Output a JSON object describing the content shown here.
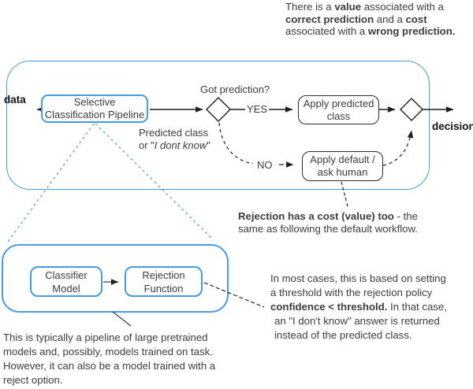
{
  "colors": {
    "accent_blue": "#449ce6",
    "text": "#3d3d3d",
    "strong_text": "#111111",
    "wire": "#1f1f1f"
  },
  "notes": {
    "value_cost": {
      "lines": [
        [
          {
            "t": "There is a "
          },
          {
            "t": "value",
            "b": true
          },
          {
            "t": " associated with a"
          }
        ],
        [
          {
            "t": "correct prediction",
            "b": true
          },
          {
            "t": " and a "
          },
          {
            "t": "cost",
            "b": true
          }
        ],
        [
          {
            "t": "associated with a "
          },
          {
            "t": "wrong prediction.",
            "b": true
          }
        ]
      ]
    },
    "rejection_cost": {
      "lines": [
        [
          {
            "t": "Rejection has a cost (value) too",
            "b": true
          },
          {
            "t": " - the"
          }
        ],
        [
          {
            "t": "same as following the default workflow."
          }
        ]
      ]
    },
    "threshold": {
      "lines": [
        [
          {
            "t": "In most cases, this is based on setting"
          }
        ],
        [
          {
            "t": "a threshold with the rejection policy"
          }
        ],
        [
          {
            "t": "confidence < threshold.",
            "b": true
          },
          {
            "t": " In that case,"
          }
        ],
        [
          {
            "t": "an \"I don't know\" answer is returned"
          }
        ],
        [
          {
            "t": "instead of the predicted class."
          }
        ]
      ]
    },
    "pipeline_note": {
      "lines": [
        [
          {
            "t": "This is typically a pipeline of large pretrained"
          }
        ],
        [
          {
            "t": "models and, possibly, models trained on task."
          }
        ],
        [
          {
            "t": "However, it can also be a model trained with a"
          }
        ],
        [
          {
            "t": "reject option."
          }
        ]
      ]
    }
  },
  "flow": {
    "input_label": "data",
    "output_label": "decision",
    "pipeline_box": {
      "line1": "Selective",
      "line2": "Classification Pipeline"
    },
    "decision_question": "Got prediction?",
    "result_note": [
      [
        {
          "t": "Predicted class"
        }
      ],
      [
        {
          "t": "or \""
        },
        {
          "t": "I dont know",
          "i": true
        },
        {
          "t": "\""
        }
      ]
    ],
    "yes_label": "YES",
    "no_label": "NO",
    "apply_predicted": {
      "line1": "Apply predicted",
      "line2": "class"
    },
    "apply_default": {
      "line1": "Apply default /",
      "line2": "ask human"
    }
  },
  "subpipeline": {
    "classifier": {
      "line1": "Classifier",
      "line2": "Model"
    },
    "rejection": {
      "line1": "Rejection",
      "line2": "Function"
    }
  }
}
